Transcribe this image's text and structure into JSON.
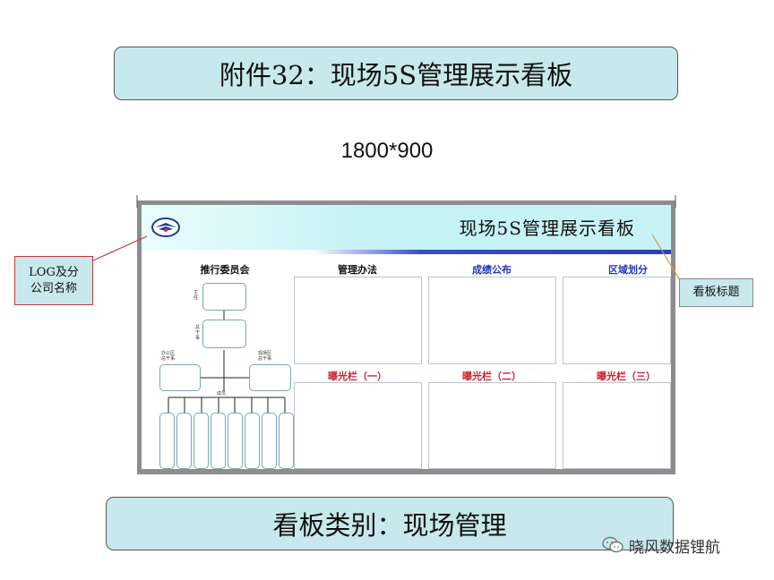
{
  "title": "附件32：现场5S管理展示看板",
  "size_label": "1800*900",
  "board": {
    "logo_icon": "wing-emblem-icon",
    "title": "现场5S管理展示看板",
    "committee": {
      "heading": "推行委员会",
      "chairman_label": "主\n任",
      "deputy_label": "总\n干\n事",
      "left_group_label": "办公区\n总干事",
      "right_group_label": "现场区\n总干事",
      "members_label": "成员"
    },
    "columns": [
      {
        "heading": "管理办法",
        "color": "#111111"
      },
      {
        "heading": "成绩公布",
        "color": "#2233bb"
      },
      {
        "heading": "区域划分",
        "color": "#2233bb"
      }
    ],
    "exposure": [
      "曝光栏（一）",
      "曝光栏（二）",
      "曝光栏（三）"
    ]
  },
  "callouts": {
    "logo_company": "LOG及分\n公司名称",
    "board_title": "看板标题"
  },
  "category": "看板类别：现场管理",
  "watermark": {
    "icon": "wechat-icon",
    "text": "晓风数据锂航"
  }
}
